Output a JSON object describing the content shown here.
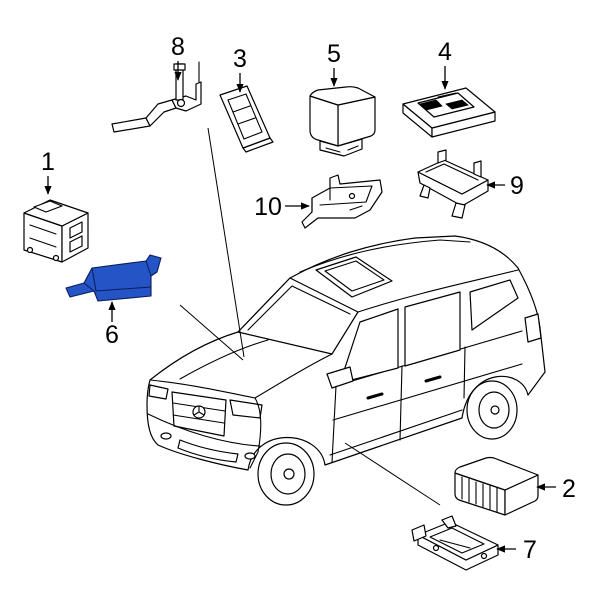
{
  "diagram": {
    "callouts": [
      {
        "label": "1"
      },
      {
        "label": "2"
      },
      {
        "label": "3"
      },
      {
        "label": "4"
      },
      {
        "label": "5"
      },
      {
        "label": "6"
      },
      {
        "label": "7"
      },
      {
        "label": "8"
      },
      {
        "label": "9"
      },
      {
        "label": "10"
      }
    ]
  },
  "colors": {
    "highlight": "#2454c6",
    "line": "#000000",
    "background": "#ffffff"
  }
}
